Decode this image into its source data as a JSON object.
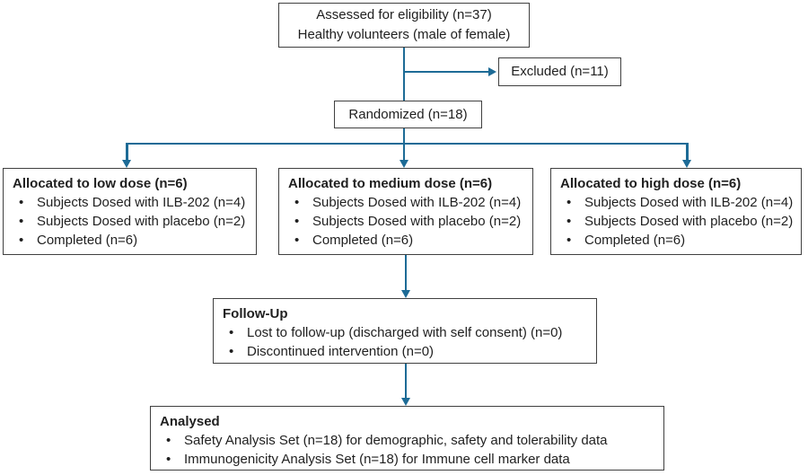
{
  "colors": {
    "arrow": "#1d6b96",
    "border": "#404040",
    "text": "#1f1f1f"
  },
  "boxes": {
    "eligibility": {
      "line1": "Assessed for eligibility (n=37)",
      "line2": "Healthy volunteers (male of female)"
    },
    "excluded": {
      "label": "Excluded (n=11)"
    },
    "randomized": {
      "label": "Randomized (n=18)"
    },
    "low_dose": {
      "title": "Allocated to low dose (n=6)",
      "items": [
        "Subjects Dosed with ILB-202 (n=4)",
        "Subjects Dosed with placebo (n=2)",
        "Completed (n=6)"
      ]
    },
    "medium_dose": {
      "title": "Allocated to medium dose (n=6)",
      "items": [
        "Subjects Dosed with ILB-202 (n=4)",
        "Subjects Dosed with placebo (n=2)",
        "Completed (n=6)"
      ]
    },
    "high_dose": {
      "title": "Allocated to high dose (n=6)",
      "items": [
        "Subjects Dosed with ILB-202 (n=4)",
        "Subjects Dosed with placebo (n=2)",
        "Completed (n=6)"
      ]
    },
    "follow_up": {
      "title": "Follow-Up",
      "items": [
        "Lost to follow-up (discharged with self consent) (n=0)",
        "Discontinued intervention (n=0)"
      ]
    },
    "analysed": {
      "title": "Analysed",
      "items": [
        "Safety Analysis Set (n=18) for demographic, safety and tolerability data",
        "Immunogenicity Analysis Set (n=18) for Immune cell marker data"
      ]
    }
  }
}
